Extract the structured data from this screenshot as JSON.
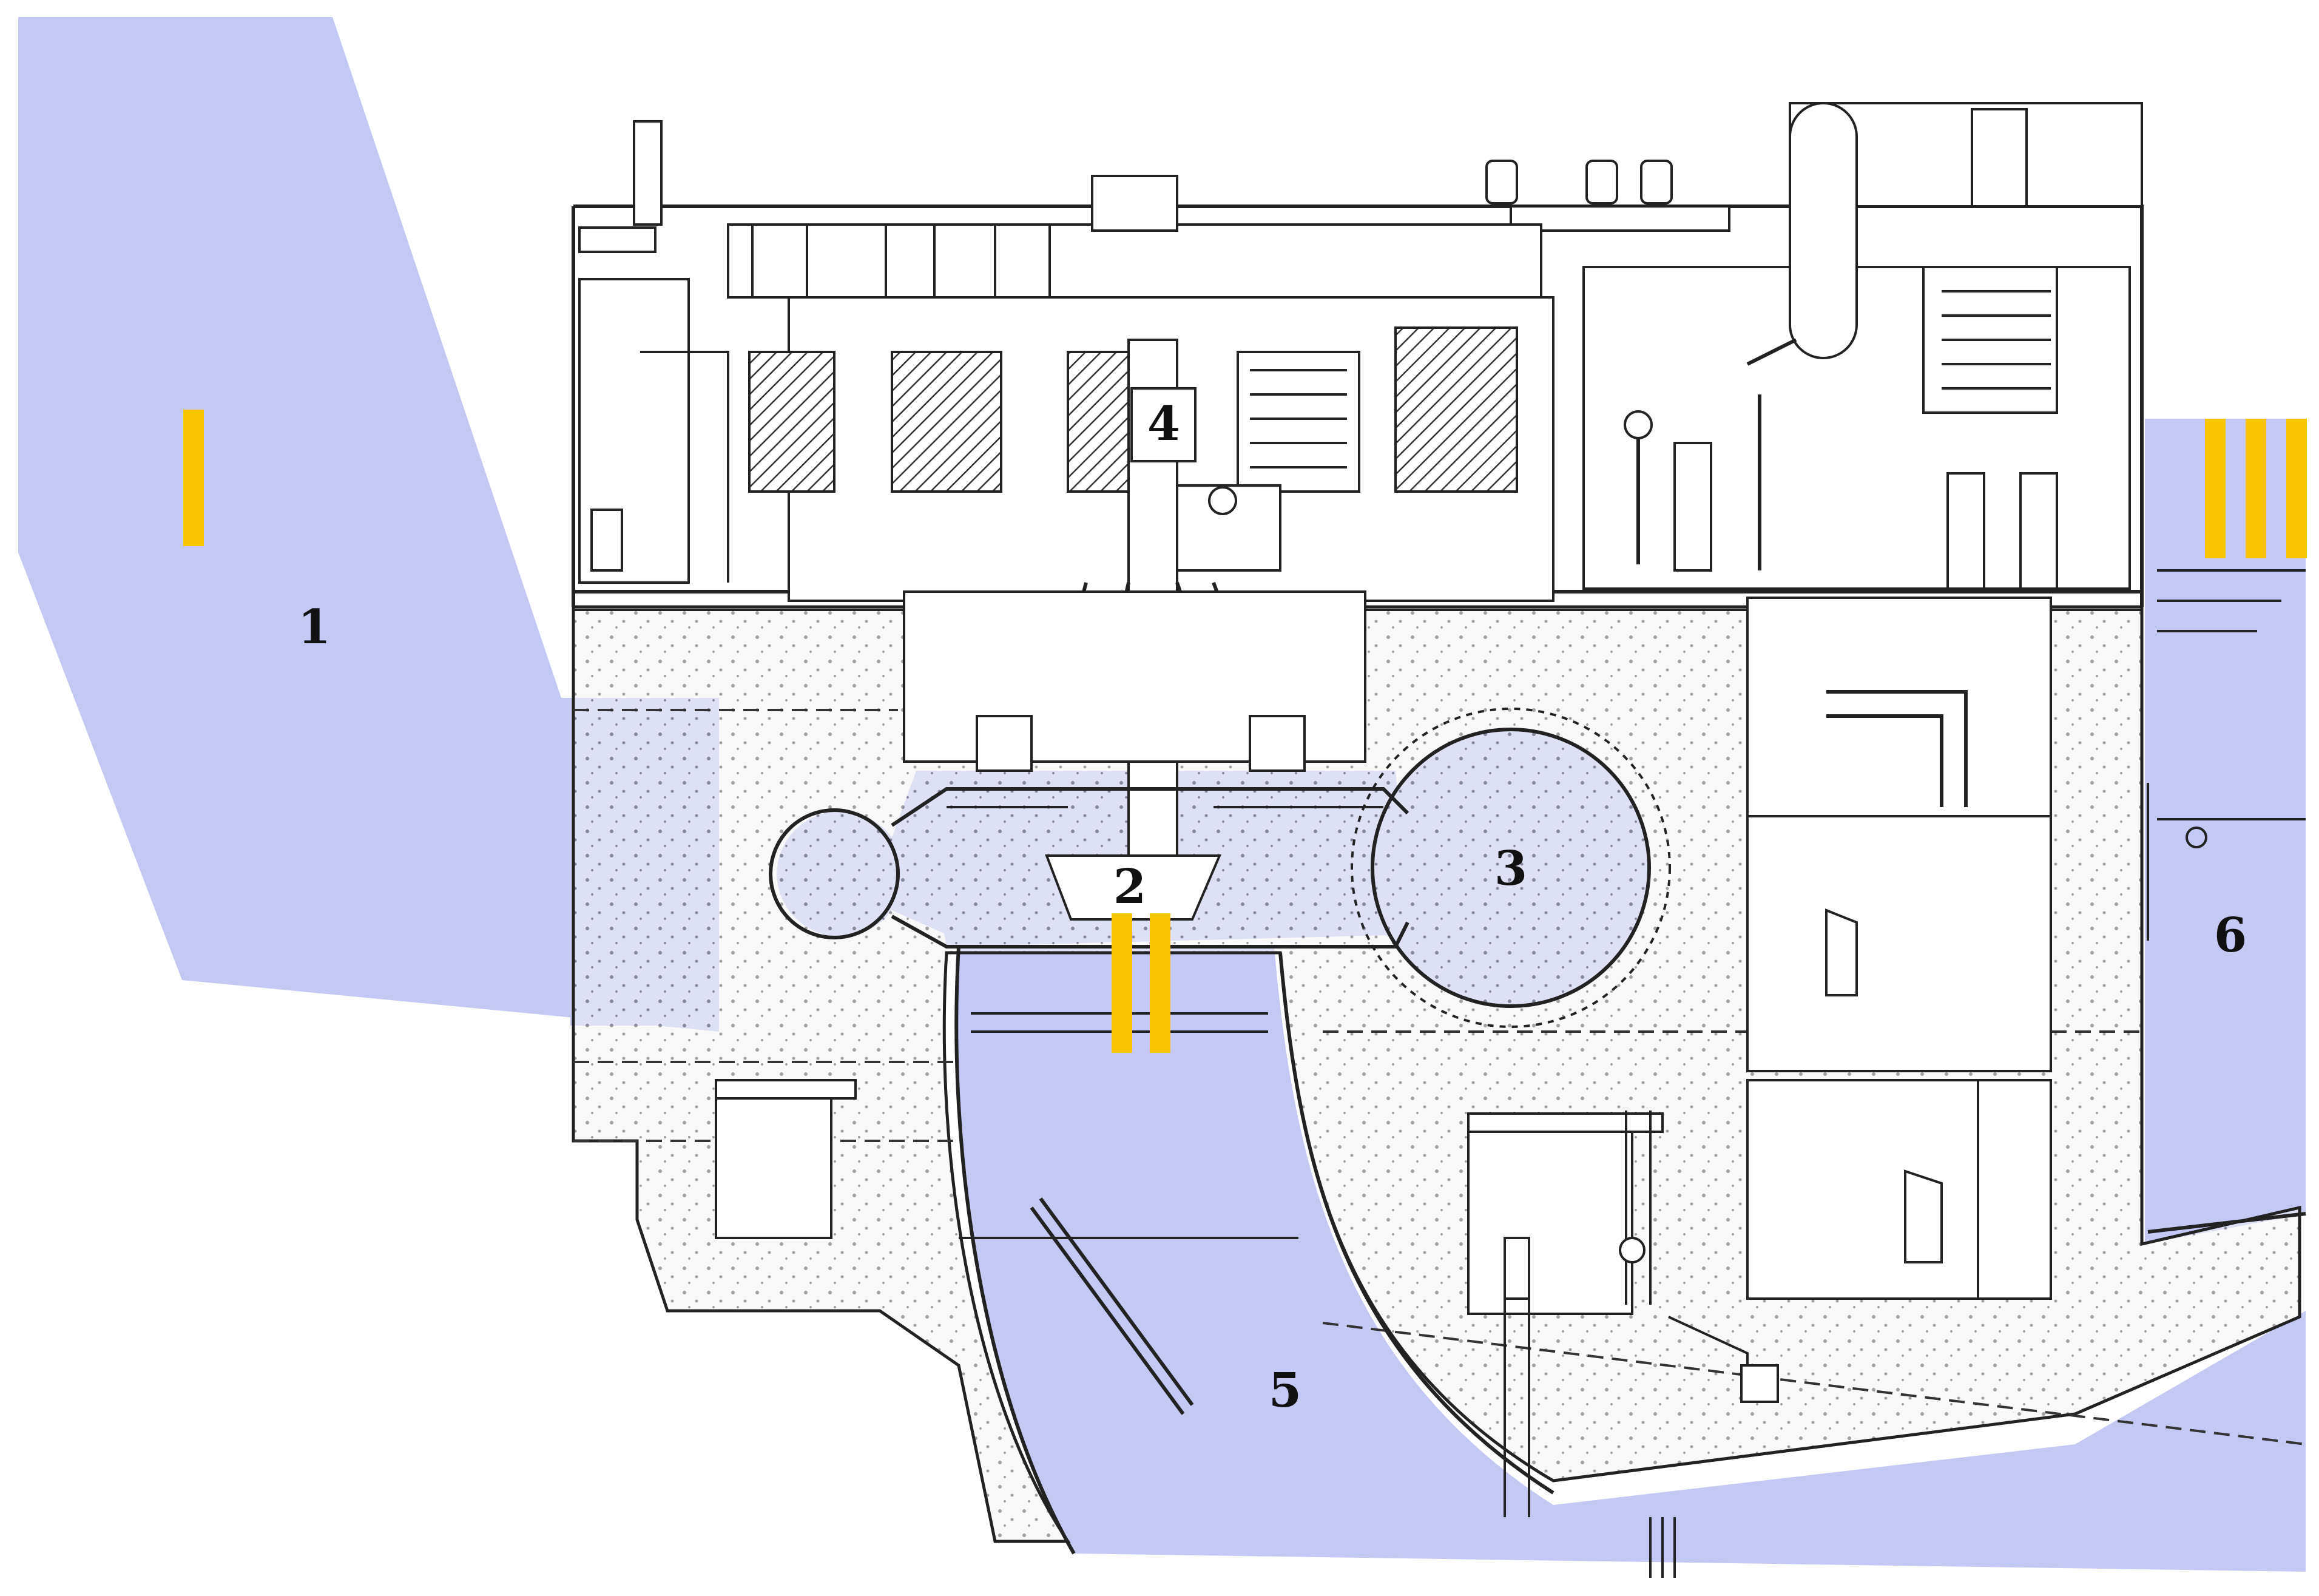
{
  "colors": {
    "water": "#c4c8f4",
    "marker": "#f7c600",
    "line": "#222222",
    "concrete": "#f2f2f2"
  },
  "labels": {
    "headwater": "1",
    "runner": "2",
    "spiral_case": "3",
    "generator": "4",
    "draft_tube": "5",
    "tailwater": "6"
  }
}
